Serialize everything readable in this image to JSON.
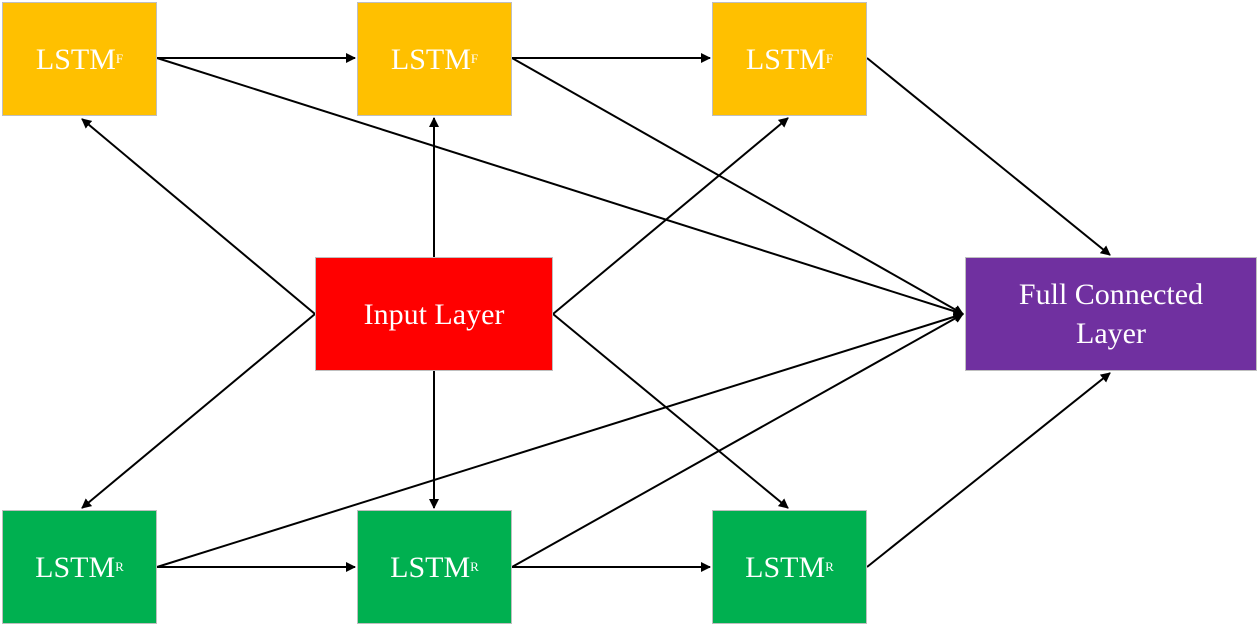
{
  "nodes": {
    "forward": [
      {
        "main": "LSTM",
        "sub": "F"
      },
      {
        "main": "LSTM",
        "sub": "F"
      },
      {
        "main": "LSTM",
        "sub": "F"
      }
    ],
    "reverse": [
      {
        "main": "LSTM",
        "sub": "R"
      },
      {
        "main": "LSTM",
        "sub": "R"
      },
      {
        "main": "LSTM",
        "sub": "R"
      }
    ],
    "input": {
      "label": "Input Layer"
    },
    "output": {
      "line1": "Full Connected",
      "line2": "Layer"
    }
  },
  "colors": {
    "forward": "#ffc000",
    "reverse": "#00b050",
    "input": "#ff0000",
    "output": "#7030a0",
    "arrow": "#000000"
  },
  "edges": [
    {
      "from": "input",
      "to": "forward-1"
    },
    {
      "from": "input",
      "to": "forward-2"
    },
    {
      "from": "input",
      "to": "forward-3"
    },
    {
      "from": "input",
      "to": "reverse-1"
    },
    {
      "from": "input",
      "to": "reverse-2"
    },
    {
      "from": "input",
      "to": "reverse-3"
    },
    {
      "from": "forward-1",
      "to": "forward-2"
    },
    {
      "from": "forward-2",
      "to": "forward-3"
    },
    {
      "from": "reverse-1",
      "to": "reverse-2"
    },
    {
      "from": "reverse-2",
      "to": "reverse-3"
    },
    {
      "from": "forward-1",
      "to": "output"
    },
    {
      "from": "forward-2",
      "to": "output"
    },
    {
      "from": "forward-3",
      "to": "output"
    },
    {
      "from": "reverse-1",
      "to": "output"
    },
    {
      "from": "reverse-2",
      "to": "output"
    },
    {
      "from": "reverse-3",
      "to": "output"
    }
  ]
}
